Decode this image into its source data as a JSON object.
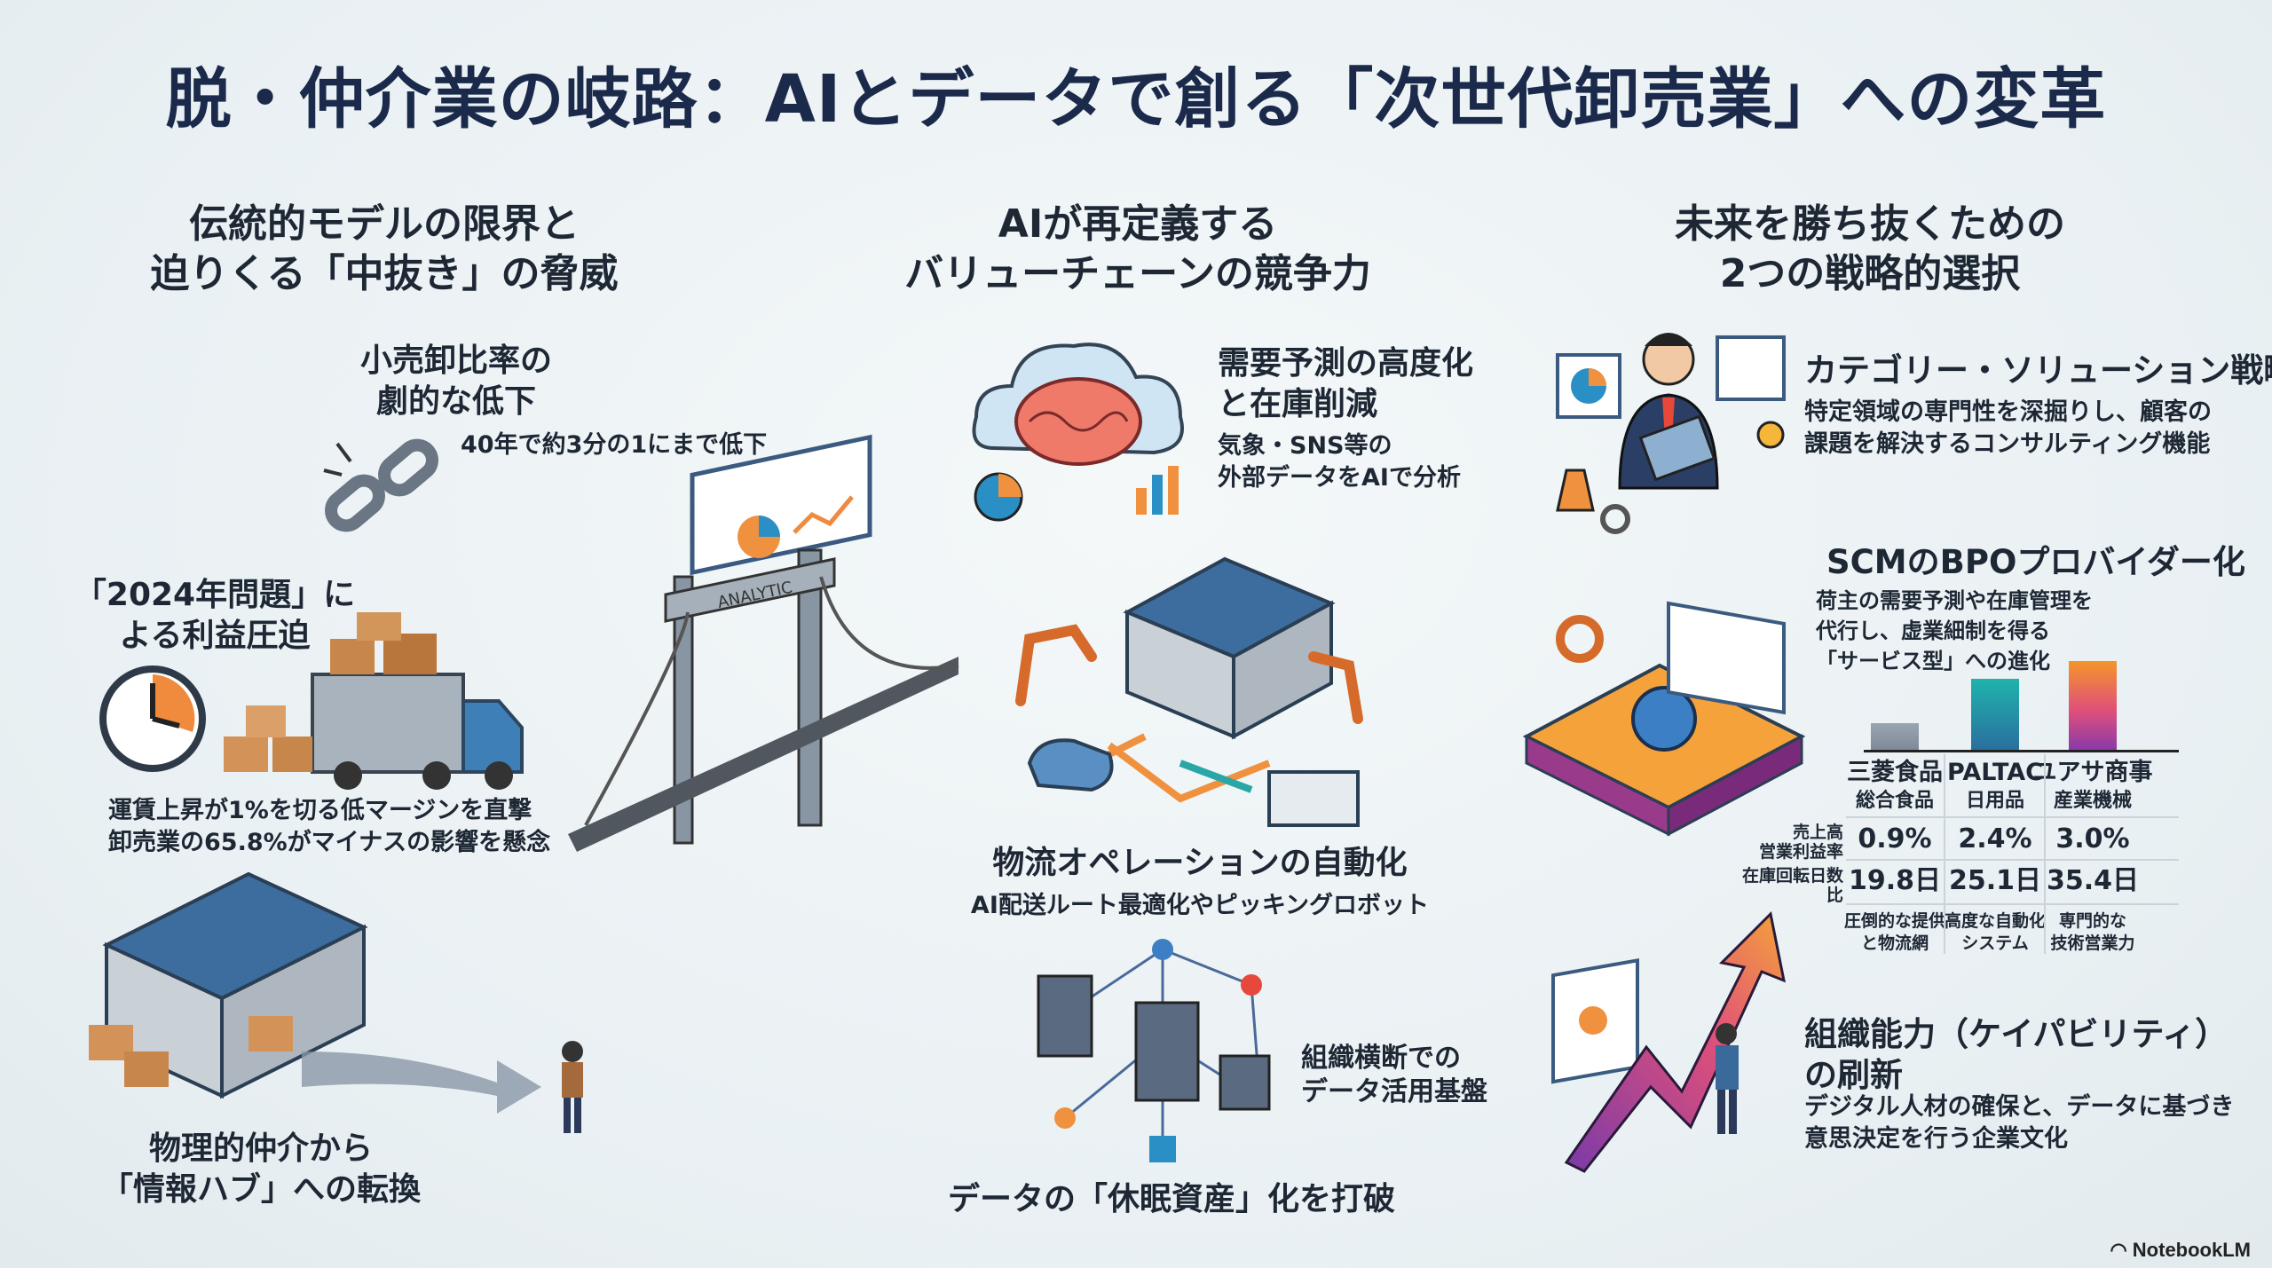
{
  "title": "脱・仲介業の岐路：AIとデータで創る「次世代卸売業」への変革",
  "columns": [
    {
      "heading": [
        "伝統的モデルの限界と",
        "迫りくる「中抜き」の脅威"
      ],
      "items": [
        {
          "title": [
            "小売卸比率の",
            "劇的な低下"
          ],
          "desc": [
            "40年で約3分の1にまで低下"
          ]
        },
        {
          "title": [
            "「2024年問題」に",
            "よる利益圧迫"
          ],
          "desc": [
            "運賃上昇が1%を切る低マージンを直撃",
            "卸売業の65.8%がマイナスの影響を懸念"
          ]
        },
        {
          "title": [
            "物理的仲介から",
            "「情報ハブ」への転換"
          ]
        }
      ],
      "bridge_sign": "ANALYTIC"
    },
    {
      "heading": [
        "AIが再定義する",
        "バリューチェーンの競争力"
      ],
      "items": [
        {
          "title": [
            "需要予測の高度化",
            "と在庫削減"
          ],
          "desc": [
            "気象・SNS等の",
            "外部データをAIで分析"
          ]
        },
        {
          "title": [
            "物流オペレーションの自動化"
          ],
          "desc": [
            "AI配送ルート最適化やピッキングロボット"
          ]
        },
        {
          "title": [
            "データの「休眠資産」化を打破"
          ],
          "desc": [
            "組織横断での",
            "データ活用基盤"
          ]
        }
      ]
    },
    {
      "heading": [
        "未来を勝ち抜くための",
        "2つの戦略的選択"
      ],
      "items": [
        {
          "title": [
            "カテゴリー・ソリューション戦略"
          ],
          "desc": [
            "特定領域の専門性を深掘りし、顧客の",
            "課題を解決するコンサルティング機能"
          ]
        },
        {
          "title": [
            "SCMのBPOプロバイダー化"
          ],
          "desc": [
            "荷主の需要予測や在庫管理を",
            "代行し、虚業細制を得る",
            "「サービス型」への進化"
          ]
        },
        {
          "title": [
            "組織能力（ケイパビリティ）",
            "の刷新"
          ],
          "desc": [
            "デジタル人材の確保と、データに基づき",
            "意思決定を行う企業文化"
          ]
        }
      ]
    }
  ],
  "table": {
    "companies": [
      {
        "name": "三菱食品",
        "sector": "総合食品",
        "margin": "0.9%",
        "days": "19.8日",
        "note": [
          "圧倒的な提供",
          "と物流網"
        ],
        "bar_value": 0.9,
        "color": "#8e9aa8"
      },
      {
        "name": "PALTAC",
        "sector": "日用品",
        "margin": "2.4%",
        "days": "25.1日",
        "note": [
          "高度な自動化",
          "システム"
        ],
        "bar_value": 2.4,
        "color": "#1ca9a9"
      },
      {
        "name": "ユアサ商事",
        "sector": "産業機械",
        "margin": "3.0%",
        "days": "35.4日",
        "note": [
          "専門的な",
          "技術営業力"
        ],
        "bar_value": 3.0,
        "color": "#f28c2a"
      }
    ],
    "row_labels": {
      "margin": [
        "売上高",
        "営業利益率"
      ],
      "days": [
        "在庫回転日数",
        "比"
      ]
    }
  },
  "branding": "NotebookLM"
}
